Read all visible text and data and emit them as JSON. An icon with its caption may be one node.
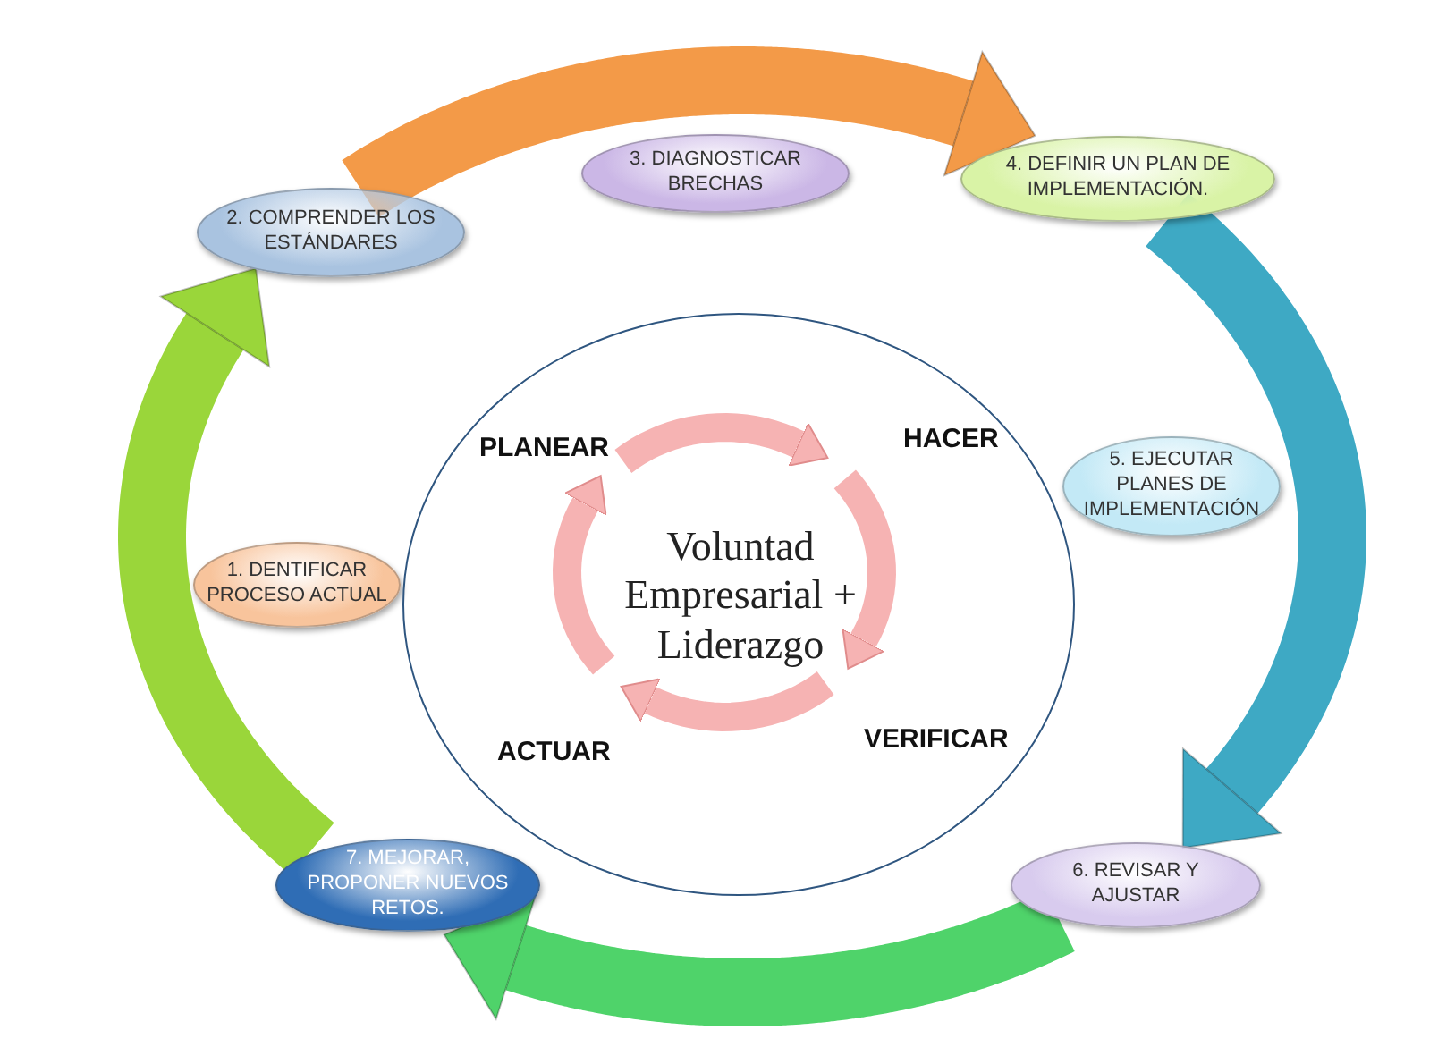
{
  "diagram": {
    "nodes": [
      {
        "text": [
          "1. DENTIFICAR PROCESO ACTUAL"
        ]
      },
      {
        "text": [
          "2. COMPRENDER LOS ESTÁNDARES"
        ]
      },
      {
        "text": [
          "3. DIAGNOSTICAR BRECHAS"
        ]
      },
      {
        "text": [
          "4. DEFINIR UN PLAN DE IMPLEMENTACIÓN."
        ]
      },
      {
        "text": [
          "5. EJECUTAR PLANES DE IMPLEMENTACIÓN"
        ]
      },
      {
        "text": [
          "6. REVISAR Y AJUSTAR"
        ]
      },
      {
        "text": [
          "7. MEJORAR, PROPONER NUEVOS RETOS."
        ]
      },
      {
        "text": [],
        "shape": "circle"
      },
      {
        "text": [
          "Voluntad Empresarial + Liderazgo"
        ],
        "in": 7
      }
    ],
    "edges": [
      {
        "from": 1,
        "to": 3,
        "arrow": "to",
        "color": "#f39a48"
      },
      {
        "from": 3,
        "to": 5,
        "arrow": "to",
        "color": "#3ea9c4"
      },
      {
        "from": 5,
        "to": 6,
        "arrow": "to",
        "color": "#4fd36a"
      },
      {
        "from": 6,
        "to": 1,
        "arrow": "to",
        "color": "#9ad63a"
      }
    ],
    "labels": [
      "PLANEAR",
      "HACER",
      "ACTUAR",
      "VERIFICAR"
    ]
  }
}
